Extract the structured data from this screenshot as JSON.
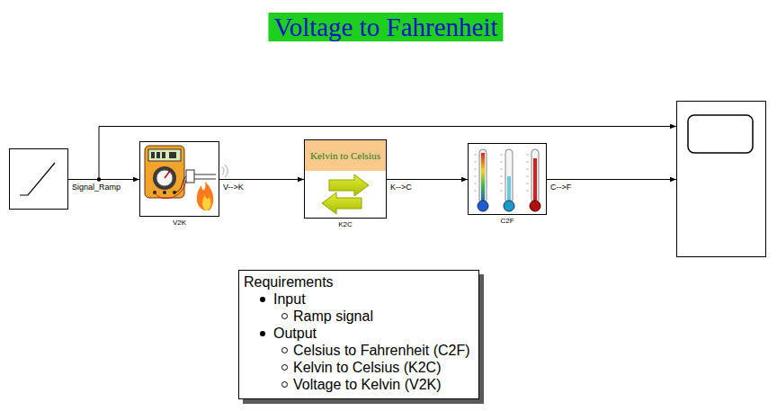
{
  "diagram": {
    "title": "Voltage to Fahrenheit",
    "nodes": [
      {
        "text": []
      },
      {
        "text": [
          "V2K"
        ]
      },
      {
        "text": [
          "Kelvin to Celsius",
          "K2C"
        ]
      },
      {
        "text": [
          "C2F"
        ]
      },
      {
        "text": []
      },
      {
        "text": [
          "Requirements",
          "Input",
          "Ramp signal",
          "Output",
          "Celsius to Fahrenheit (C2F)",
          "Kelvin to Celsius (K2C)",
          "Voltage to Kelvin (V2K)"
        ]
      }
    ],
    "edges": [
      {
        "from": 0,
        "to": 1,
        "arrow": "to",
        "label": "Signal_Ramp"
      },
      {
        "from": 0,
        "to": 4,
        "arrow": "to"
      },
      {
        "from": 1,
        "to": 2,
        "arrow": "to",
        "label": "V-->K"
      },
      {
        "from": 2,
        "to": 3,
        "arrow": "to",
        "label": "K-->C"
      },
      {
        "from": 3,
        "to": 4,
        "arrow": "to",
        "label": "C-->F"
      }
    ]
  }
}
